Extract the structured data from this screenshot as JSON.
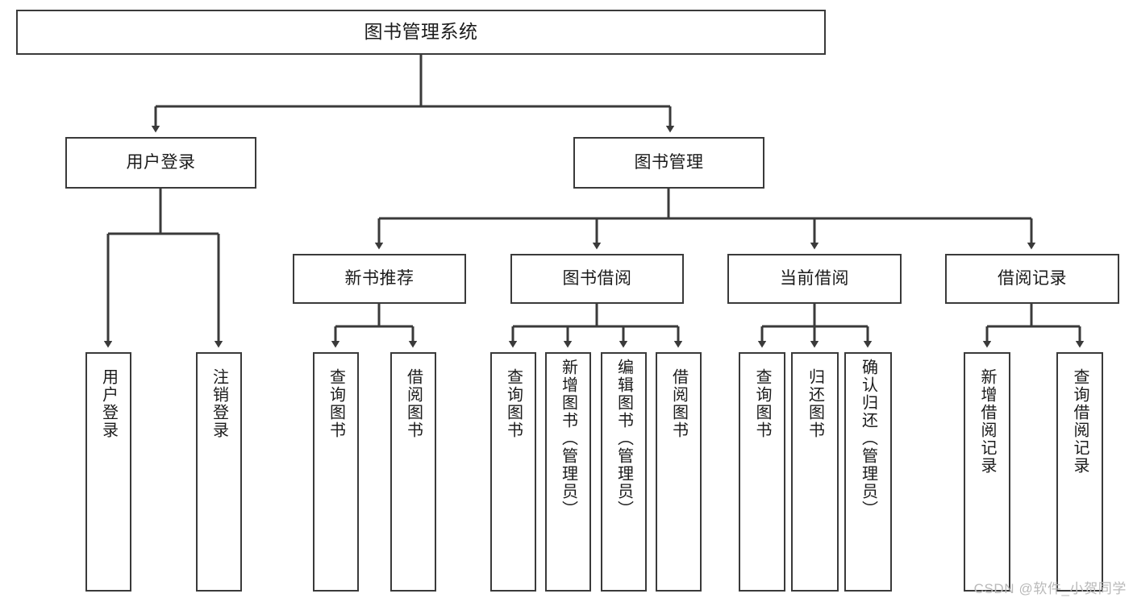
{
  "diagram": {
    "title": "图书管理系统",
    "watermark": "CSDN @软件_小贺同学",
    "colors": {
      "box_border": "#3a3a3a",
      "box_fill": "#ffffff",
      "connector": "#3a3a3a",
      "text": "#1b1b1b",
      "watermark": "#b9b9b9"
    },
    "root": {
      "label": "图书管理系统"
    },
    "level2": [
      {
        "label": "用户登录"
      },
      {
        "label": "图书管理"
      }
    ],
    "level3": [
      {
        "label": "新书推荐"
      },
      {
        "label": "图书借阅"
      },
      {
        "label": "当前借阅"
      },
      {
        "label": "借阅记录"
      }
    ],
    "leaves": {
      "user_login": [
        {
          "label": "用户登录"
        },
        {
          "label": "注销登录"
        }
      ],
      "new_book": [
        {
          "label": "查询图书"
        },
        {
          "label": "借阅图书"
        }
      ],
      "book_borrow": [
        {
          "label": "查询图书"
        },
        {
          "label": "新增图书（管理员）"
        },
        {
          "label": "编辑图书（管理员）"
        },
        {
          "label": "借阅图书"
        }
      ],
      "current_borrow": [
        {
          "label": "查询图书"
        },
        {
          "label": "归还图书"
        },
        {
          "label": "确认归还（管理员）"
        }
      ],
      "borrow_record": [
        {
          "label": "新增借阅记录"
        },
        {
          "label": "查询借阅记录"
        }
      ]
    }
  }
}
